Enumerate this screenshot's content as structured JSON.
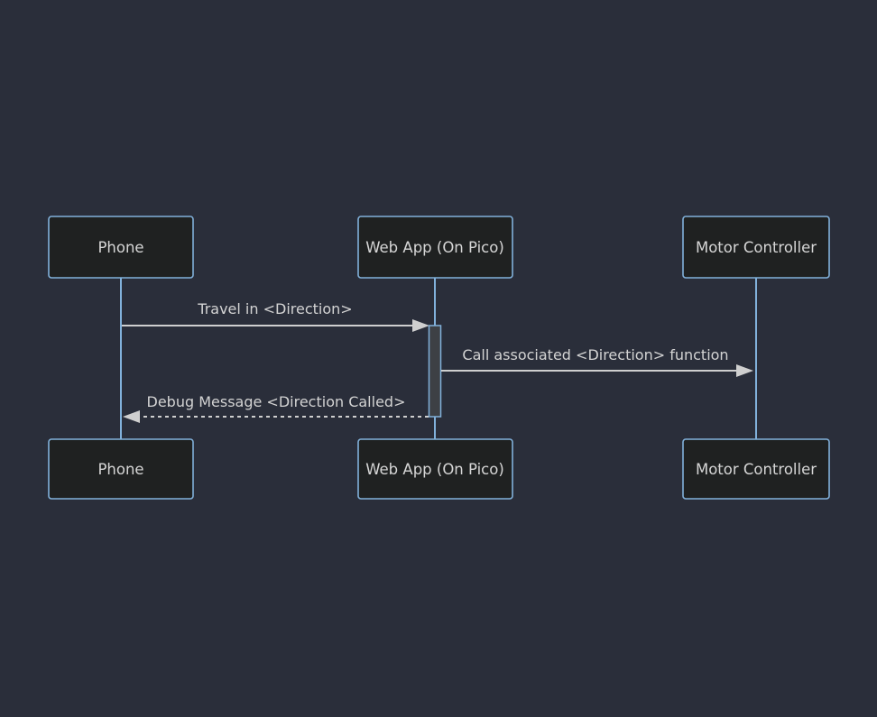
{
  "diagram": {
    "type": "sequence-diagram",
    "actors": [
      {
        "id": "phone",
        "label": "Phone"
      },
      {
        "id": "web-app",
        "label": "Web App (On Pico)"
      },
      {
        "id": "motor-controller",
        "label": "Motor Controller"
      }
    ],
    "messages": [
      {
        "from": "phone",
        "to": "web-app",
        "label": "Travel in <Direction>",
        "line": "solid",
        "arrow": "filled"
      },
      {
        "from": "web-app",
        "to": "motor-controller",
        "label": "Call associated <Direction> function",
        "line": "solid",
        "arrow": "filled"
      },
      {
        "from": "web-app",
        "to": "phone",
        "label": "Debug Message <Direction Called>",
        "line": "dashed",
        "arrow": "filled"
      }
    ],
    "colors": {
      "background": "#2a2e3a",
      "actor_fill": "#1f2121",
      "actor_border": "#81b1db",
      "actor_text": "#d6d6d6",
      "lifeline": "#81b1db",
      "signal": "#cfcfcf",
      "signal_text": "#d3d3d3",
      "activation_fill": "#3d4045",
      "activation_border": "#81b1db"
    }
  }
}
